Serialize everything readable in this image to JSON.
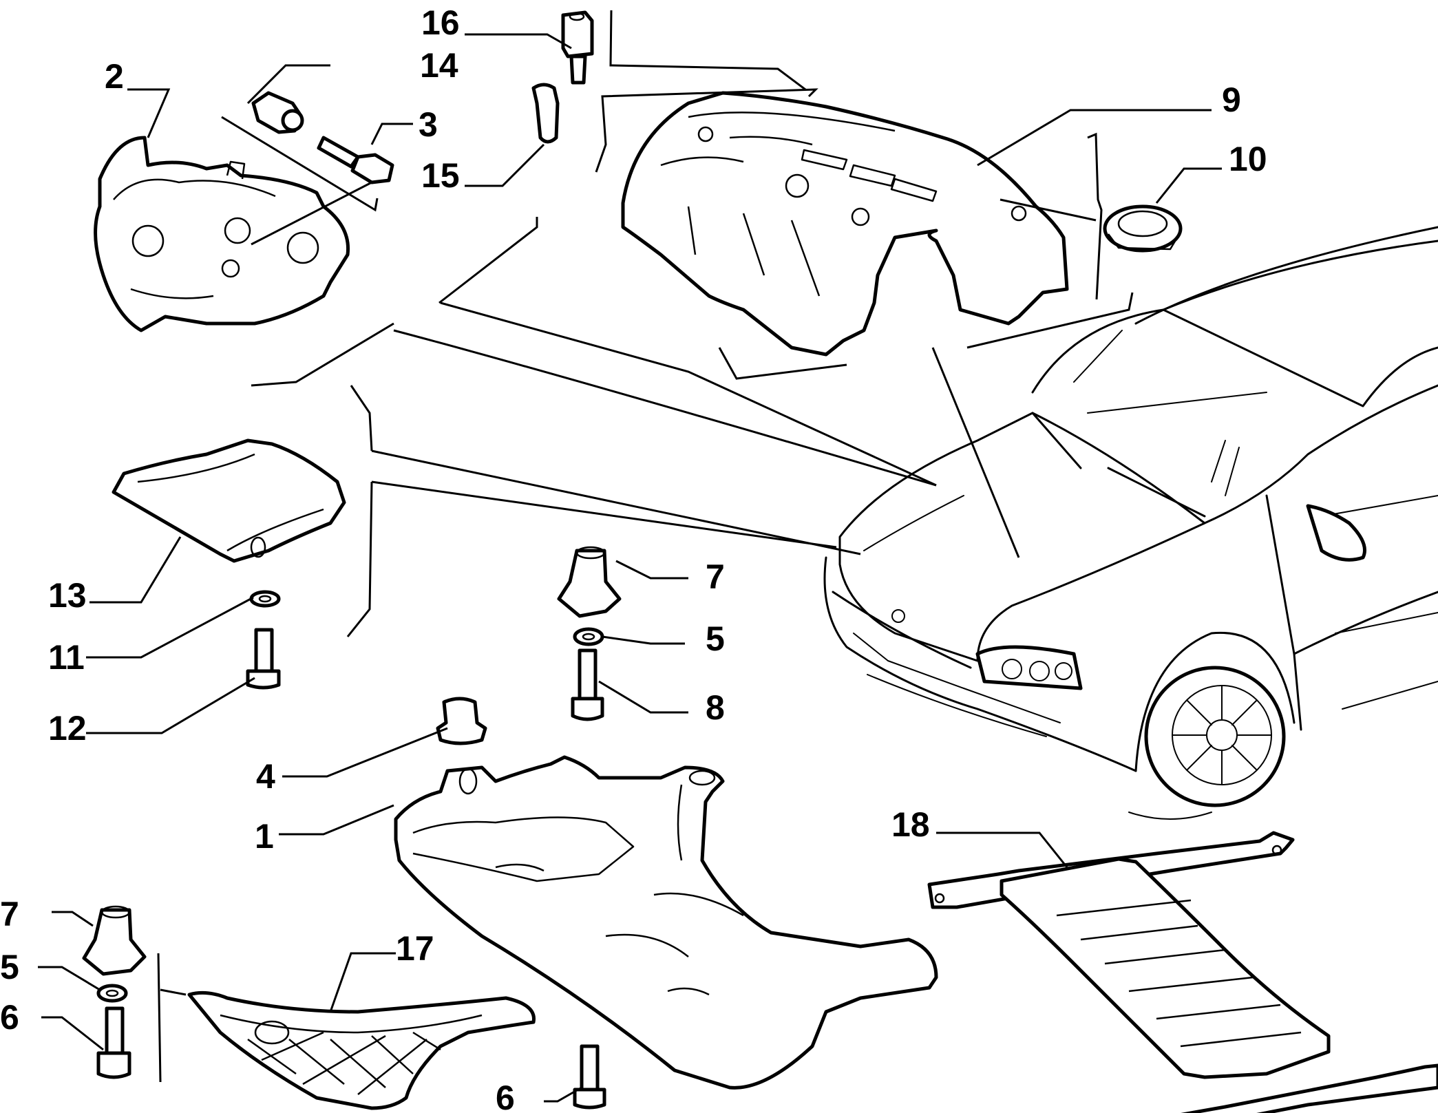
{
  "callouts": {
    "c1": "1",
    "c2": "2",
    "c3": "3",
    "c4": "4",
    "c5a": "5",
    "c5b": "5",
    "c6a": "6",
    "c6b": "6",
    "c7a": "7",
    "c7b": "7",
    "c8": "8",
    "c9": "9",
    "c10": "10",
    "c11": "11",
    "c12": "12",
    "c13": "13",
    "c14": "14",
    "c15": "15",
    "c16": "16",
    "c17": "17",
    "c18": "18"
  }
}
